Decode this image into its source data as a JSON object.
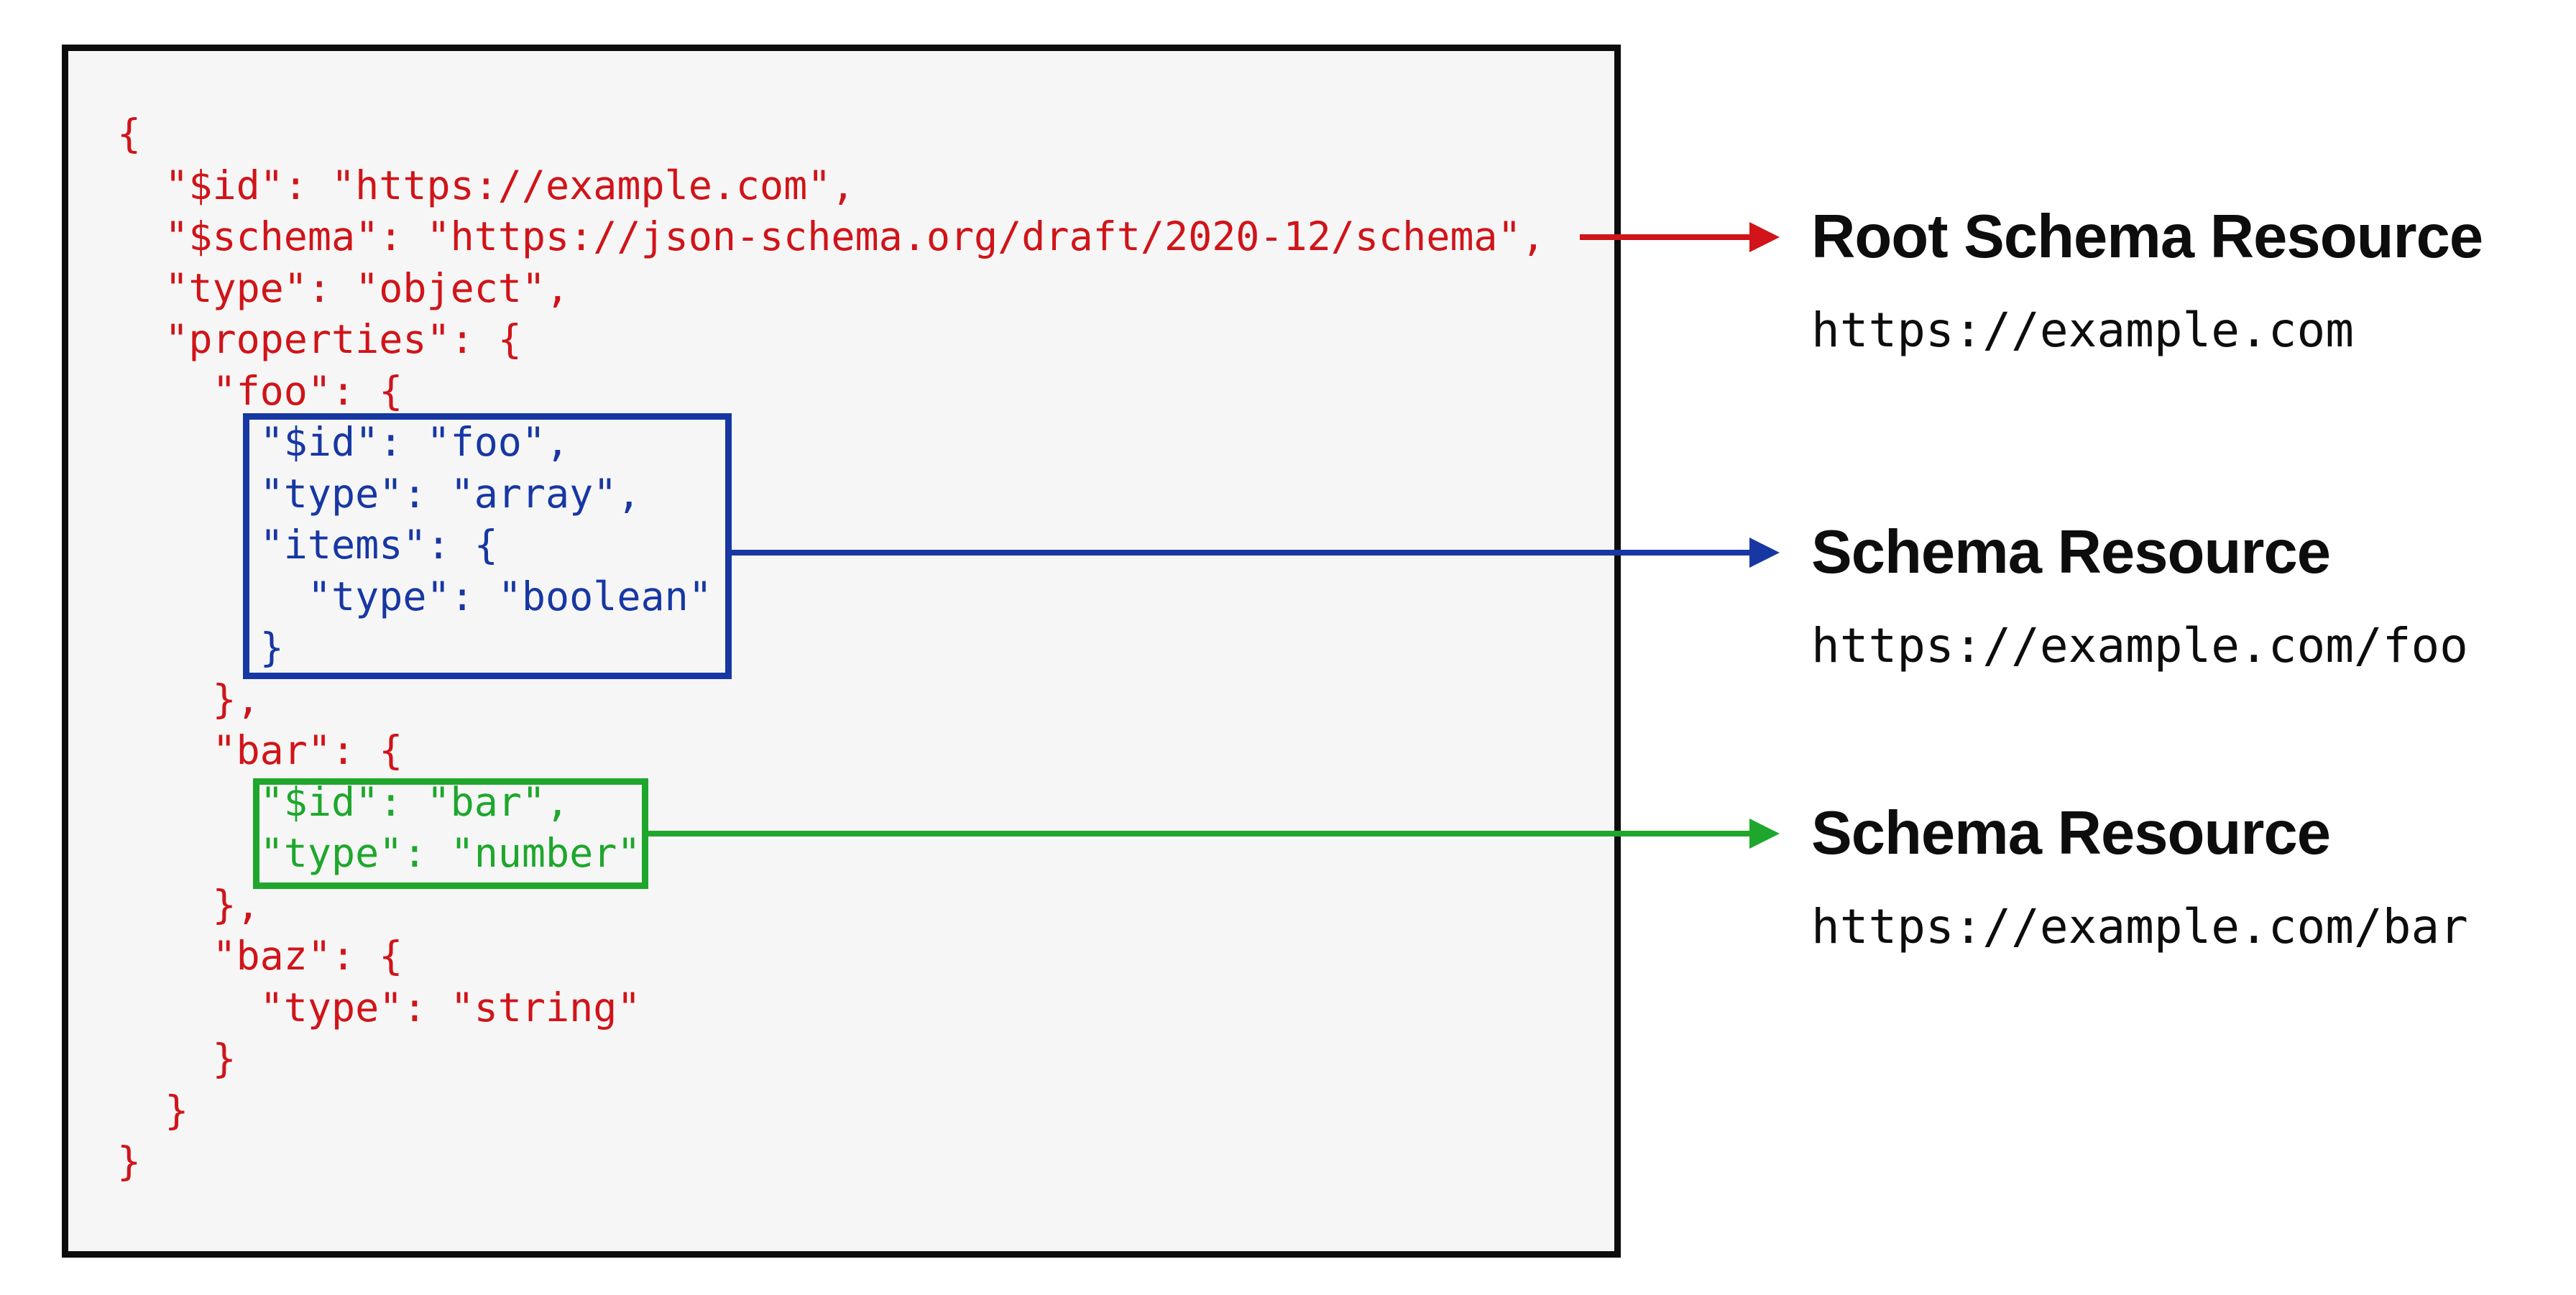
{
  "figure": {
    "description": "JSON Schema bundling diagram showing schema resources within a root schema",
    "background": "#ffffff"
  },
  "code_panel": {
    "background": "#f6f6f6",
    "border_color": "#0d0d0d",
    "lines": [
      {
        "text": "{",
        "color": "red"
      },
      {
        "text": "  \"$id\": \"https://example.com\",",
        "color": "red"
      },
      {
        "text": "  \"$schema\": \"https://json-schema.org/draft/2020-12/schema\",",
        "color": "red"
      },
      {
        "text": "  \"type\": \"object\",",
        "color": "red"
      },
      {
        "text": "  \"properties\": {",
        "color": "red"
      },
      {
        "text": "    \"foo\": {",
        "color": "red"
      },
      {
        "text": "      \"$id\": \"foo\",",
        "color": "blue"
      },
      {
        "text": "      \"type\": \"array\",",
        "color": "blue"
      },
      {
        "text": "      \"items\": {",
        "color": "blue"
      },
      {
        "text": "        \"type\": \"boolean\"",
        "color": "blue"
      },
      {
        "text": "      }",
        "color": "blue"
      },
      {
        "text": "    },",
        "color": "red"
      },
      {
        "text": "    \"bar\": {",
        "color": "red"
      },
      {
        "text": "      \"$id\": \"bar\",",
        "color": "green"
      },
      {
        "text": "      \"type\": \"number\"",
        "color": "green"
      },
      {
        "text": "    },",
        "color": "red"
      },
      {
        "text": "    \"baz\": {",
        "color": "red"
      },
      {
        "text": "      \"type\": \"string\"",
        "color": "red"
      },
      {
        "text": "    }",
        "color": "red"
      },
      {
        "text": "  }",
        "color": "red"
      },
      {
        "text": "}",
        "color": "red"
      }
    ]
  },
  "colors": {
    "red": "#d01419",
    "blue": "#1737a3",
    "green": "#1ea72c",
    "label_text": "#0d0d0d"
  },
  "annotations": [
    {
      "title": "Root Schema Resource",
      "url": "https://example.com",
      "arrow_color": "#d01419"
    },
    {
      "title": "Schema Resource",
      "url": "https://example.com/foo",
      "arrow_color": "#1737a3"
    },
    {
      "title": "Schema Resource",
      "url": "https://example.com/bar",
      "arrow_color": "#1ea72c"
    }
  ]
}
